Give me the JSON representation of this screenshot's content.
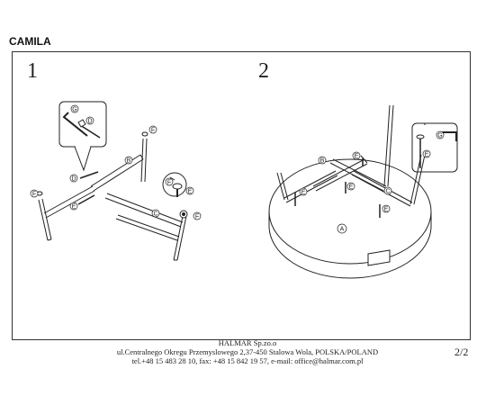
{
  "document": {
    "title": "CAMILA",
    "page_number": "2/2"
  },
  "steps": [
    "1",
    "2"
  ],
  "part_labels": {
    "A": "A",
    "B": "B",
    "C": "C",
    "D": "D",
    "E": "E",
    "F": "F",
    "G": "G"
  },
  "footer": {
    "company": "HALMAR Sp.zo.o",
    "address": "ul.Centralnego Okregu Przemyslowego 2,37-450 Stalowa Wola, POLSKA/POLAND",
    "contact": "tel.+48 15 483 28 10, fax: +48 15 842 19 57, e-mail: office@halmar.com.pl"
  }
}
